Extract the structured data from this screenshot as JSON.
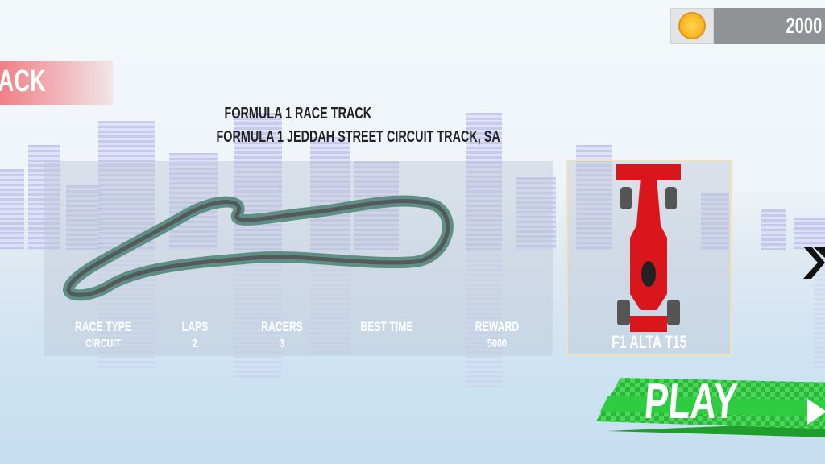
{
  "back_button": {
    "label": "ACK"
  },
  "currency": {
    "icon": "coin-icon",
    "amount": "2000"
  },
  "track": {
    "category": "FORMULA 1 RACE TRACK",
    "name": "FORMULA 1 JEDDAH STREET CIRCUIT TRACK, SA"
  },
  "stats": [
    {
      "label": "RACE TYPE",
      "value": "CIRCUIT"
    },
    {
      "label": "LAPS",
      "value": "2"
    },
    {
      "label": "RACERS",
      "value": "3"
    },
    {
      "label": "BEST TIME",
      "value": ""
    },
    {
      "label": "REWARD",
      "value": "5000"
    }
  ],
  "car": {
    "name": "F1 ALTA T15",
    "color": "#d8161b"
  },
  "play_button": {
    "label": "PLAY",
    "color": "#2ecc40"
  }
}
